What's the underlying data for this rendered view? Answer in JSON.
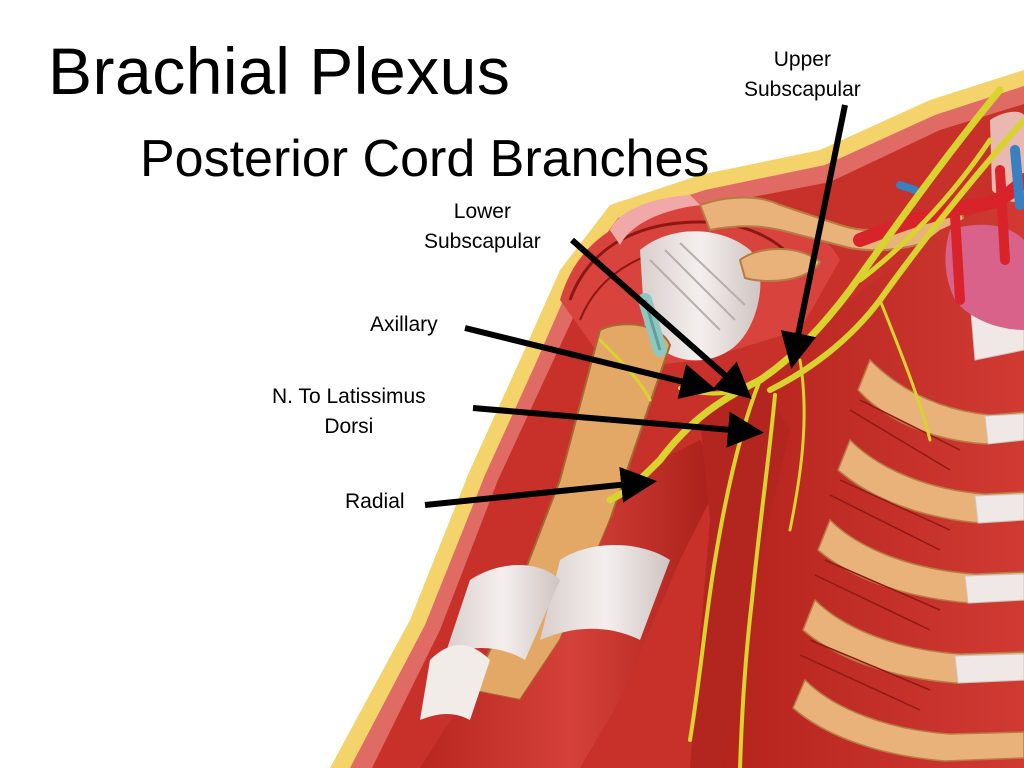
{
  "slide": {
    "title": "Brachial Plexus",
    "subtitle": "Posterior Cord Branches"
  },
  "labels": {
    "upper_subscapular": {
      "line1": "Upper",
      "line2": "Subscapular"
    },
    "lower_subscapular": {
      "line1": "Lower",
      "line2": "Subscapular"
    },
    "axillary": {
      "line1": "Axillary"
    },
    "latissimus": {
      "line1": "N. To Latissimus",
      "line2": "Dorsi"
    },
    "radial": {
      "line1": "Radial"
    }
  },
  "colors": {
    "muscle": "#c8302a",
    "muscle_dark": "#9e1f1a",
    "muscle_light": "#e0605a",
    "tendon": "#e9dfdc",
    "bone": "#e8b27a",
    "fat": "#f3d36a",
    "nerve": "#d8d32e",
    "artery": "#d8232a",
    "vein": "#3a7fc0",
    "skin_pink": "#f0a8a8",
    "arrow": "#000000"
  }
}
